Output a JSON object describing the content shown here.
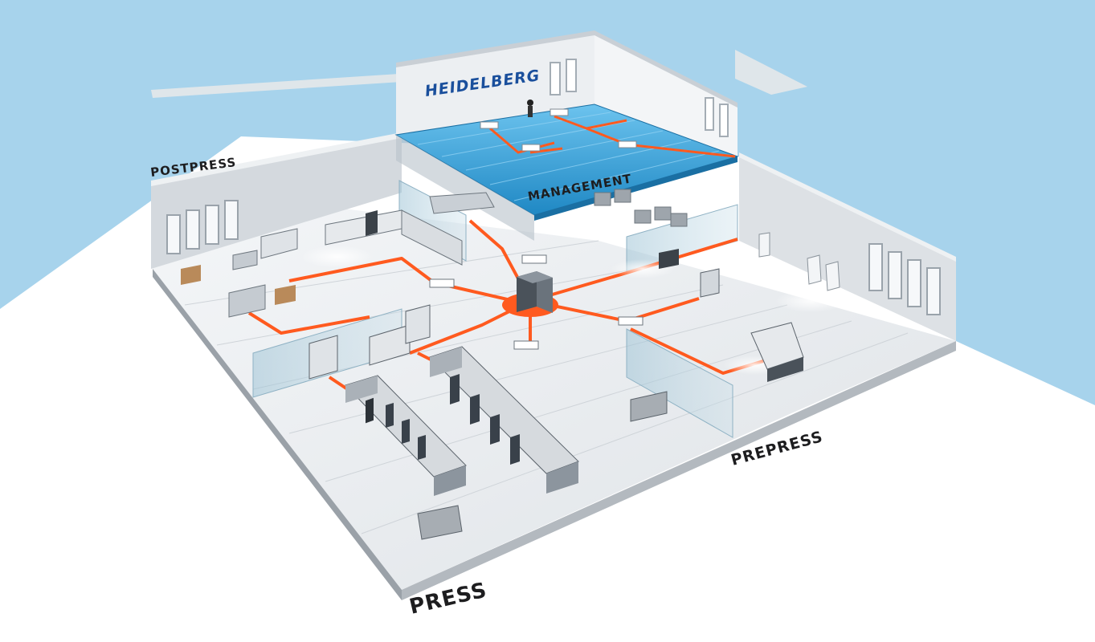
{
  "brand": {
    "logo_text": "HEIDELBERG",
    "color": "#1a4f9c"
  },
  "zones": {
    "management": "MANAGEMENT",
    "postpress": "POSTPRESS",
    "prepress": "PREPRESS",
    "press": "PRESS"
  },
  "colors": {
    "sky": "#a7d3ec",
    "network_line": "#ff5a1f",
    "hub": "#ff5a1f",
    "management_floor": "#2f9fd6",
    "floor": "#e9ecef",
    "wall": "#d7dbe0"
  }
}
